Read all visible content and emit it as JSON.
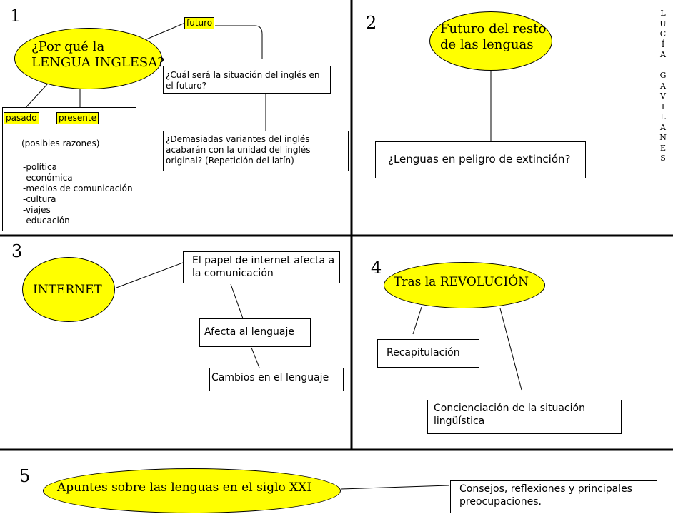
{
  "author": "LUCÍA GAVILANES",
  "panel1": {
    "number": "1",
    "title": "¿Por qué la LENGUA INGLESA?",
    "title_line1": "¿Por qué la",
    "title_line2": "LENGUA INGLESA?",
    "futuro_label": "futuro",
    "pasado_label": "pasado",
    "presente_label": "presente",
    "q1": "¿Cuál será la situación del inglés en el futuro?",
    "q2": "¿Demasiadas variantes del inglés acabarán con la unidad del inglés original? (Repetición del latín)",
    "reasons_title": "(posibles razones)",
    "reasons": [
      "-política",
      "-económica",
      "-medios de comunicación",
      "-cultura",
      "-viajes",
      "-educación"
    ]
  },
  "panel2": {
    "number": "2",
    "title_line1": "Futuro del resto",
    "title_line2": "de las lenguas",
    "box": "¿Lenguas en peligro de extinción?"
  },
  "panel3": {
    "number": "3",
    "title": "INTERNET",
    "box1": "El papel de internet afecta a la comunicación",
    "box2": "Afecta al lenguaje",
    "box3": "Cambios en el lenguaje"
  },
  "panel4": {
    "number": "4",
    "title": "Tras la REVOLUCIÓN",
    "box1": "Recapitulación",
    "box2": "Concienciación de la situación lingüística"
  },
  "panel5": {
    "number": "5",
    "title": "Apuntes sobre las lenguas en el siglo XXI",
    "box": "Consejos, reflexiones y principales preocupaciones."
  }
}
